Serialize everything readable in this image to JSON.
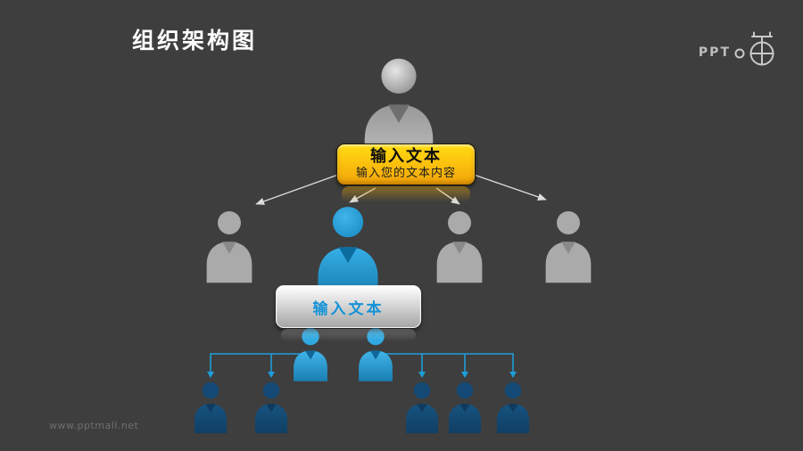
{
  "slide": {
    "title": "组织架构图",
    "watermark": "www.pptmall.net",
    "background_color": "#3e3e3e"
  },
  "logo": {
    "text": "PPT",
    "icon": "pptmall-scope-logo-icon",
    "color": "#c9c9c9"
  },
  "org_chart": {
    "top_box": {
      "title": "输入文本",
      "subtitle": "输入您的文本内容",
      "color_top": "#ffdc12",
      "color_bottom": "#f0a309",
      "text_color": "#0d0d0d"
    },
    "mid_box": {
      "title": "输入文本",
      "text_color": "#1693d6",
      "color_top": "#ffffff",
      "color_bottom": "#a6a6a6"
    },
    "connector_color": "#1e9dd8",
    "arrow_color": "#dcdcdc",
    "person_colors": {
      "silver": "#b5b5b5",
      "gray": "#aaaaaa",
      "blue": "#29a7e0",
      "blue_medium": "#2ea9e2",
      "navy": "#144a75"
    },
    "levels": [
      {
        "name": "level-1-director",
        "count": 1,
        "styles": [
          "silver"
        ]
      },
      {
        "name": "level-2-managers",
        "count": 4,
        "styles": [
          "gray",
          "blue",
          "gray",
          "gray"
        ]
      },
      {
        "name": "level-3-leads",
        "count": 2,
        "styles": [
          "blue-medium",
          "blue-medium"
        ]
      },
      {
        "name": "level-4-staff",
        "count": 5,
        "styles": [
          "navy",
          "navy",
          "navy",
          "navy",
          "navy"
        ]
      }
    ]
  }
}
